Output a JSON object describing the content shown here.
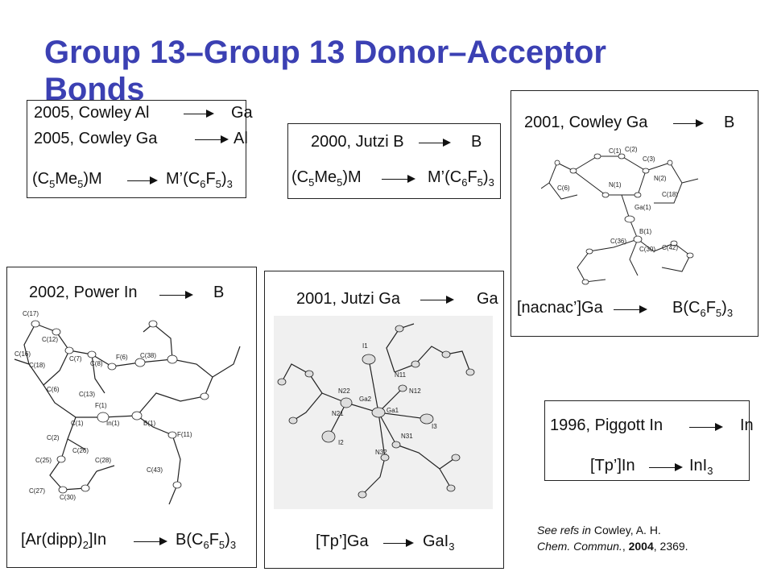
{
  "title": "Group 13–Group 13 Donor–Acceptor Bonds",
  "box_cowley_2005": {
    "line1_left": "2005, Cowley Al",
    "line1_right": "Ga",
    "line2_left": "2005, Cowley Ga",
    "line2_right": "Al",
    "formula_left": "(C5Me5)M",
    "formula_right": "M’(C6F5)3"
  },
  "box_jutzi_2000": {
    "line1_left": "2000, Jutzi B",
    "line1_right": "B",
    "formula_left": "(C5Me5)M",
    "formula_right": "M’(C6F5)3"
  },
  "box_cowley_2001": {
    "line1_left": "2001, Cowley Ga",
    "line1_right": "B",
    "formula_left": "[nacnac’]Ga",
    "formula_right": "B(C6F5)3"
  },
  "box_power_2002": {
    "line1_left": "2002, Power In",
    "line1_right": "B",
    "formula_left": "[Ar(dipp)2]In",
    "formula_right": "B(C6F5)3"
  },
  "box_jutzi_2001": {
    "line1_left": "2001, Jutzi Ga",
    "line1_right": "Ga",
    "formula_left": "[Tp’]Ga",
    "formula_right": "GaI3"
  },
  "box_piggott_1996": {
    "line1_left": "1996, Piggott In",
    "line1_right": "In",
    "formula_left": "[Tp’]In",
    "formula_right": "InI3"
  },
  "atom_labels_cowley": [
    "C(1)",
    "C(2)",
    "C(3)",
    "N(1)",
    "N(2)",
    "C(18)",
    "C(6)",
    "Ga(1)",
    "B(1)",
    "C(36)",
    "C(30)",
    "C(42)"
  ],
  "atom_labels_power": [
    "C(17)",
    "C(12)",
    "C(16)",
    "C(18)",
    "C(7)",
    "C(8)",
    "F(6)",
    "C(38)",
    "C(6)",
    "C(13)",
    "F(1)",
    "C(1)",
    "In(1)",
    "B(1)",
    "F(11)",
    "C(2)",
    "C(26)",
    "C(25)",
    "C(28)",
    "C(43)",
    "C(27)",
    "C(30)"
  ],
  "atom_labels_jutzi": [
    "I1",
    "N11",
    "N12",
    "N22",
    "Ga2",
    "Ga1",
    "N21",
    "I2",
    "N31",
    "I3",
    "N32"
  ],
  "reference": {
    "prefix": "See refs in",
    "authors": " Cowley, A. H.",
    "journal": "Chem. Commun.",
    "sep": ", ",
    "year": "2004",
    "pages": ", 2369."
  }
}
